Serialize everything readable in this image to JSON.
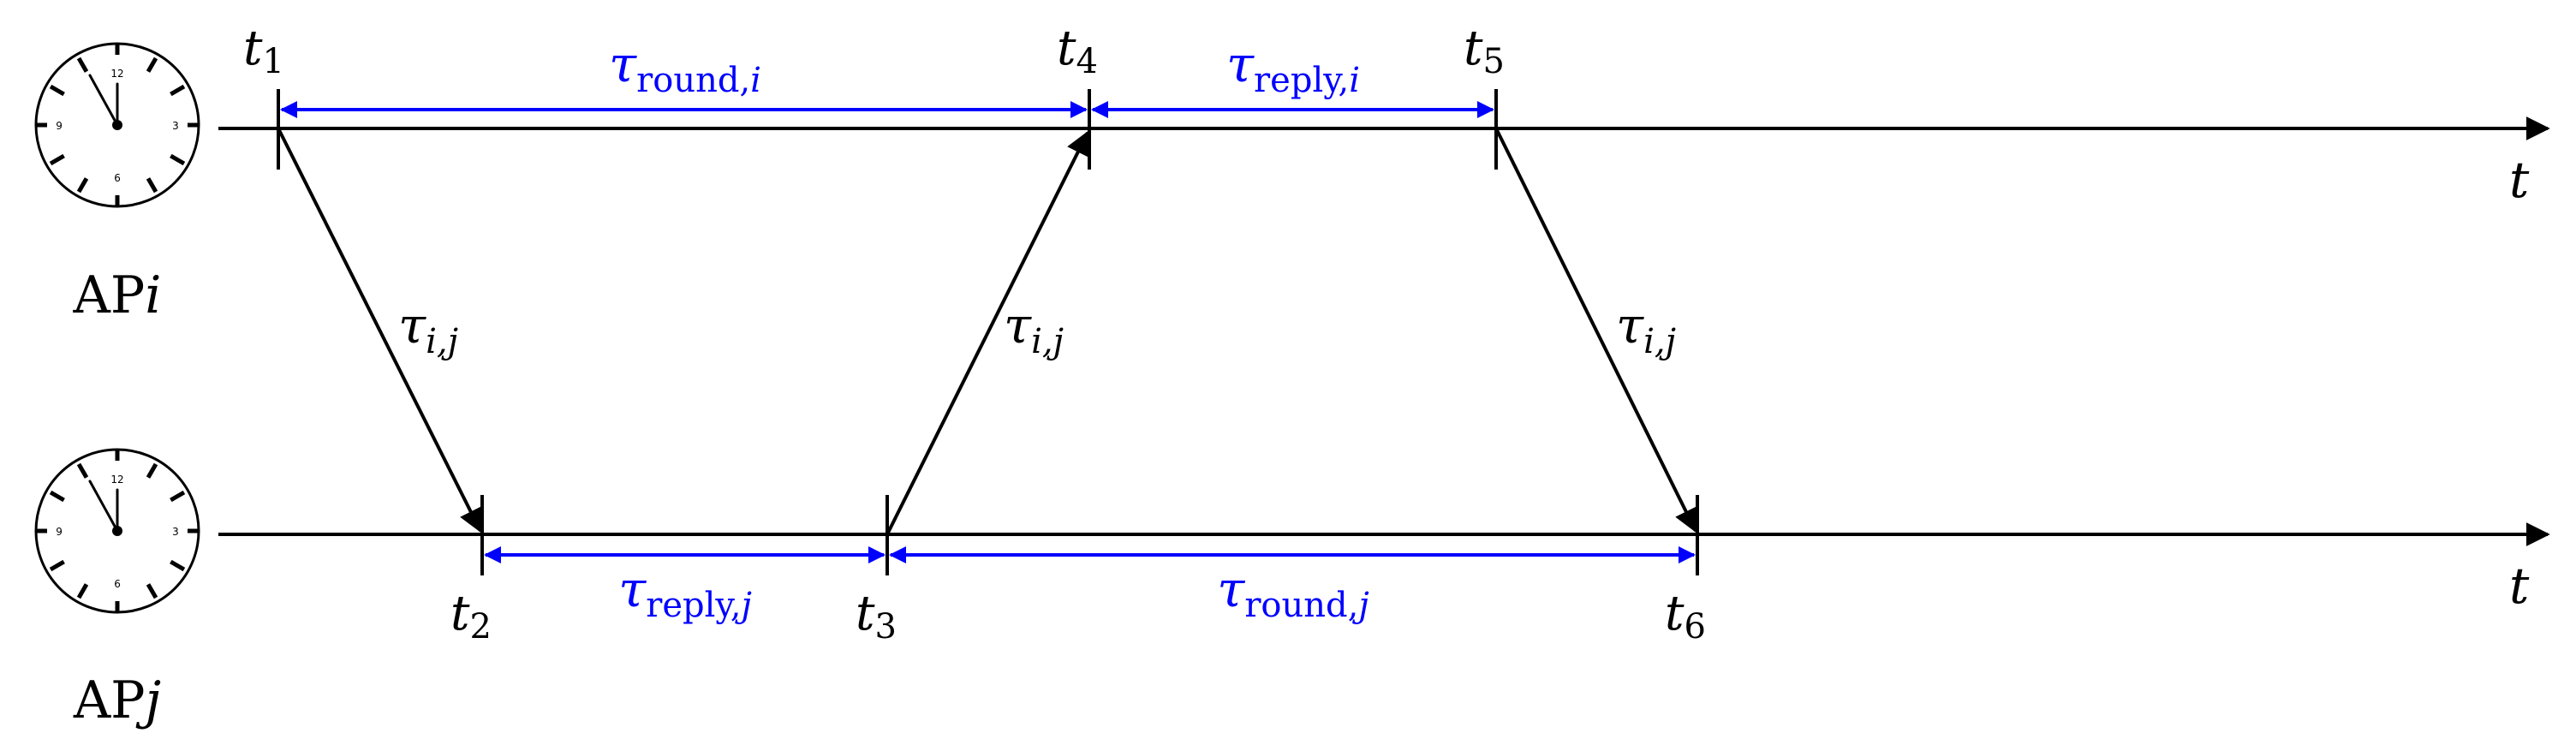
{
  "colors": {
    "interval": "#0000ff",
    "axis": "#000000"
  },
  "nodes": [
    {
      "id": "ap-i",
      "label_main": "AP",
      "label_sub": "i",
      "clock_numbers": [
        "12",
        "3",
        "6",
        "9"
      ]
    },
    {
      "id": "ap-j",
      "label_main": "AP",
      "label_sub": "j",
      "clock_numbers": [
        "12",
        "3",
        "6",
        "9"
      ]
    }
  ],
  "axis_label": "t",
  "timestamps": [
    {
      "base": "t",
      "sub": "1"
    },
    {
      "base": "t",
      "sub": "2"
    },
    {
      "base": "t",
      "sub": "3"
    },
    {
      "base": "t",
      "sub": "4"
    },
    {
      "base": "t",
      "sub": "5"
    },
    {
      "base": "t",
      "sub": "6"
    }
  ],
  "messages": [
    {
      "from": "t1",
      "to": "t2",
      "label_base": "τ",
      "label_sub": "i,j"
    },
    {
      "from": "t3",
      "to": "t4",
      "label_base": "τ",
      "label_sub": "i,j"
    },
    {
      "from": "t5",
      "to": "t6",
      "label_base": "τ",
      "label_sub": "i,j"
    }
  ],
  "intervals": [
    {
      "from": "t1",
      "to": "t4",
      "label_base": "τ",
      "label_sub_word": "round",
      "label_sub_var": "i"
    },
    {
      "from": "t4",
      "to": "t5",
      "label_base": "τ",
      "label_sub_word": "reply",
      "label_sub_var": "i"
    },
    {
      "from": "t2",
      "to": "t3",
      "label_base": "τ",
      "label_sub_word": "reply",
      "label_sub_var": "j"
    },
    {
      "from": "t3",
      "to": "t6",
      "label_base": "τ",
      "label_sub_word": "round",
      "label_sub_var": "j"
    }
  ]
}
